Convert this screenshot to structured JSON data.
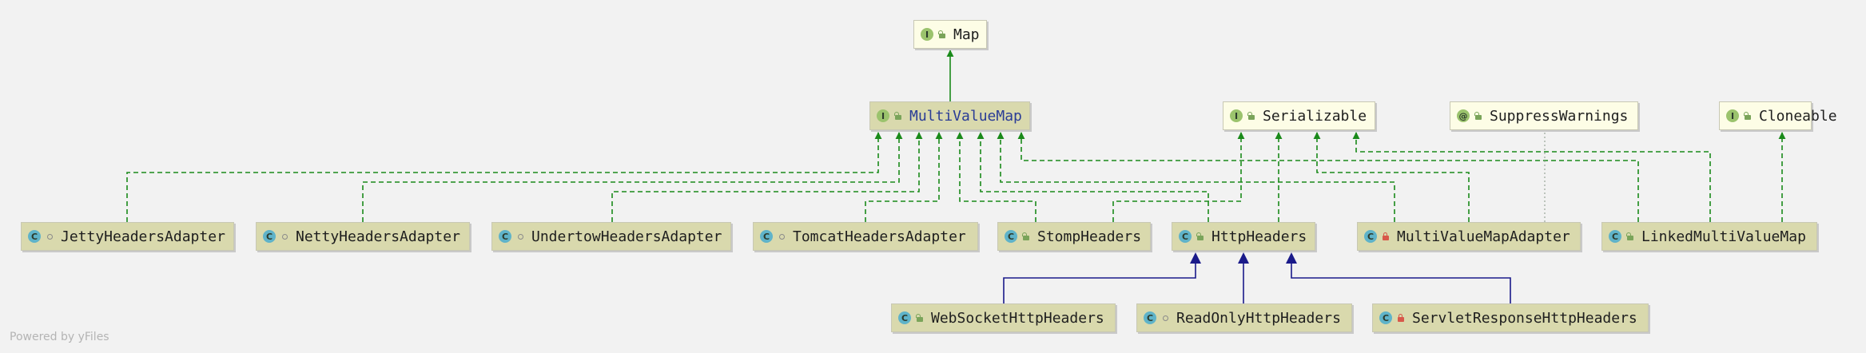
{
  "nodes": {
    "map": {
      "name": "Map",
      "kind": "I",
      "visibility": "public"
    },
    "multivaluemap": {
      "name": "MultiValueMap",
      "kind": "I",
      "visibility": "public"
    },
    "serializable": {
      "name": "Serializable",
      "kind": "I",
      "visibility": "public"
    },
    "suppresswarnings": {
      "name": "SuppressWarnings",
      "kind": "@",
      "visibility": "public"
    },
    "cloneable": {
      "name": "Cloneable",
      "kind": "I",
      "visibility": "public"
    },
    "jetty": {
      "name": "JettyHeadersAdapter",
      "kind": "C",
      "visibility": "package-private"
    },
    "netty": {
      "name": "NettyHeadersAdapter",
      "kind": "C",
      "visibility": "package-private"
    },
    "undertow": {
      "name": "UndertowHeadersAdapter",
      "kind": "C",
      "visibility": "package-private"
    },
    "tomcat": {
      "name": "TomcatHeadersAdapter",
      "kind": "C",
      "visibility": "package-private"
    },
    "stomp": {
      "name": "StompHeaders",
      "kind": "C",
      "visibility": "public"
    },
    "httpheaders": {
      "name": "HttpHeaders",
      "kind": "C",
      "visibility": "public"
    },
    "mvmadapter": {
      "name": "MultiValueMapAdapter",
      "kind": "C",
      "visibility": "private"
    },
    "linkedmvm": {
      "name": "LinkedMultiValueMap",
      "kind": "C",
      "visibility": "public"
    },
    "websocket": {
      "name": "WebSocketHttpHeaders",
      "kind": "C",
      "visibility": "public"
    },
    "readonly": {
      "name": "ReadOnlyHttpHeaders",
      "kind": "C",
      "visibility": "package-private"
    },
    "servletresponse": {
      "name": "ServletResponseHttpHeaders",
      "kind": "C",
      "visibility": "private"
    }
  },
  "colors": {
    "implements": "#1a8a1a",
    "extends": "#1a1a8a",
    "annotation": "#9aa59a"
  },
  "watermark": "Powered by yFiles"
}
